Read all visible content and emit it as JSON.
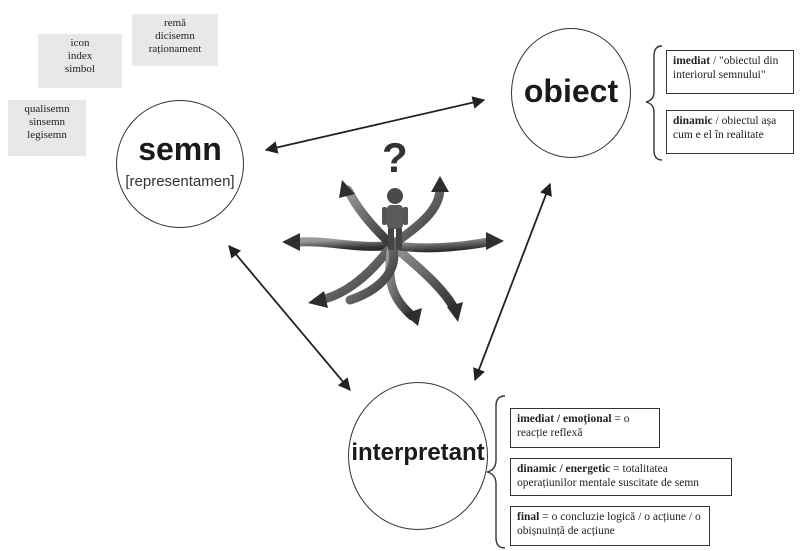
{
  "boxes": {
    "rema_group": [
      "remă",
      "dicisemn",
      "raționament"
    ],
    "icon_group": [
      "icon",
      "index",
      "simbol"
    ],
    "quali_group": [
      "qualisemn",
      "sinsemn",
      "legisemn"
    ]
  },
  "nodes": {
    "semn": {
      "title": "semn",
      "subtitle": "[representamen]"
    },
    "obiect": {
      "title": "obiect"
    },
    "interpretant": {
      "title": "interpretant"
    }
  },
  "center": {
    "question_mark": "?"
  },
  "obiect_notes": [
    {
      "bold": "imediat",
      "text": " / \"obiectul din interiorul semnului\""
    },
    {
      "bold": "dinamic",
      "text": " / obiectul așa cum e el în realitate"
    }
  ],
  "interpretant_notes": [
    {
      "bold": "imediat / emoțional",
      "text": " = o reacție reflexă"
    },
    {
      "bold": "dinamic / energetic",
      "text": " = totalitatea operațiunilor mentale suscitate de semn"
    },
    {
      "bold": "final",
      "text": " = o concluzie logică / o acțiune / o obișnuință de acțiune"
    }
  ]
}
